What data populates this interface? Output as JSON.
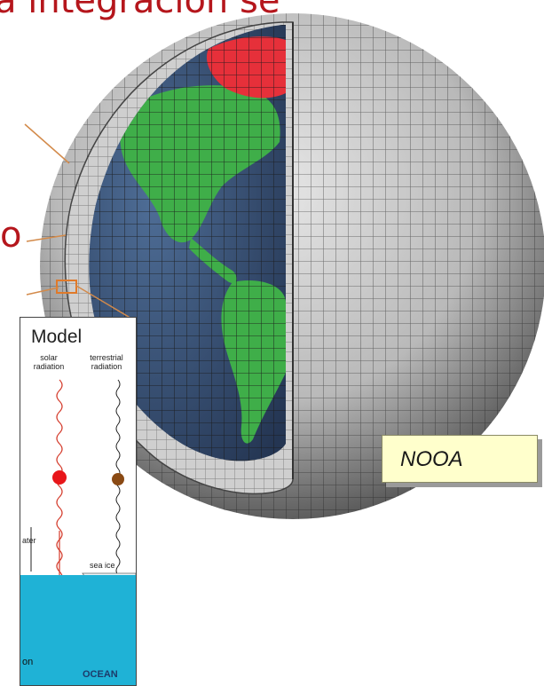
{
  "slide": {
    "title_fragment": "a integración se",
    "side_fragment": "o"
  },
  "credit": {
    "text": "NOOA"
  },
  "inset": {
    "title": "Model",
    "solar_label": "solar\nradiation",
    "terrestrial_label": "terrestrial\nradiation",
    "water_label": "ater",
    "sea_ice_label": "sea ice",
    "on_label": "on",
    "ocean_label": "OCEAN"
  },
  "colors": {
    "title": "#b5161c",
    "ocean_fill": "#1fb2d6",
    "land": "#3fae49",
    "polar_cap": "#e6303a",
    "globe_ocean": "#3a5479",
    "credit_bg": "#ffffcc"
  }
}
